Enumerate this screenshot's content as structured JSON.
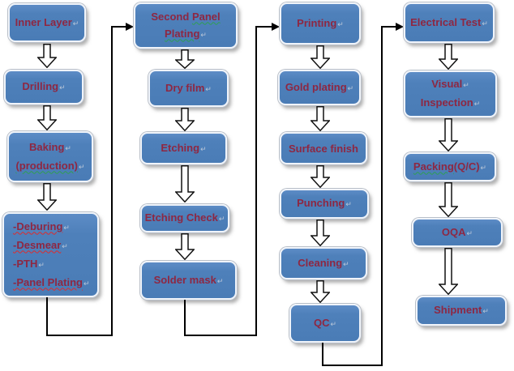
{
  "diagram_title": "PCB manufacturing process flow",
  "colors": {
    "box_fill": "#4f81bd",
    "box_border": "#f0f4fa",
    "text": "#8e2742",
    "spellcheck_red": "#e02a2a",
    "grammar_green": "#2f9e52",
    "connector": "#000000",
    "background": "#ffffff"
  },
  "marks": {
    "line_break": "↵"
  },
  "boxes": {
    "inner_layer": {
      "label": "Inner Layer"
    },
    "drilling": {
      "label": "Drilling"
    },
    "baking": {
      "line1": "Baking",
      "line2": "(production)"
    },
    "process_group": {
      "line1": "-Deburing",
      "line2": "-Desmear",
      "line3": "-PTH",
      "line4": "-Panel Plating"
    },
    "second_panel_plating": {
      "line1_part1": "Second ",
      "line1_part2": "Panel",
      "line2": "Plating"
    },
    "dry_film": {
      "label": "Dry film"
    },
    "etching": {
      "label": "Etching"
    },
    "etching_check": {
      "label": "Etching Check"
    },
    "solder_mask": {
      "label": "Solder mask"
    },
    "printing": {
      "label": "Printing"
    },
    "gold_plating": {
      "label": "Gold plating"
    },
    "surface_finish": {
      "label": "Surface finish"
    },
    "punching": {
      "label": "Punching"
    },
    "cleaning": {
      "label": "Cleaning"
    },
    "qc": {
      "label": "QC"
    },
    "electrical_test": {
      "label": "Electrical Test"
    },
    "visual_inspection": {
      "line1": "Visual",
      "line2": "Inspection"
    },
    "packing": {
      "part1": "Packing",
      "part2": "(Q/C)"
    },
    "oqa": {
      "label": "OQA"
    },
    "shipment": {
      "label": "Shipment"
    }
  }
}
